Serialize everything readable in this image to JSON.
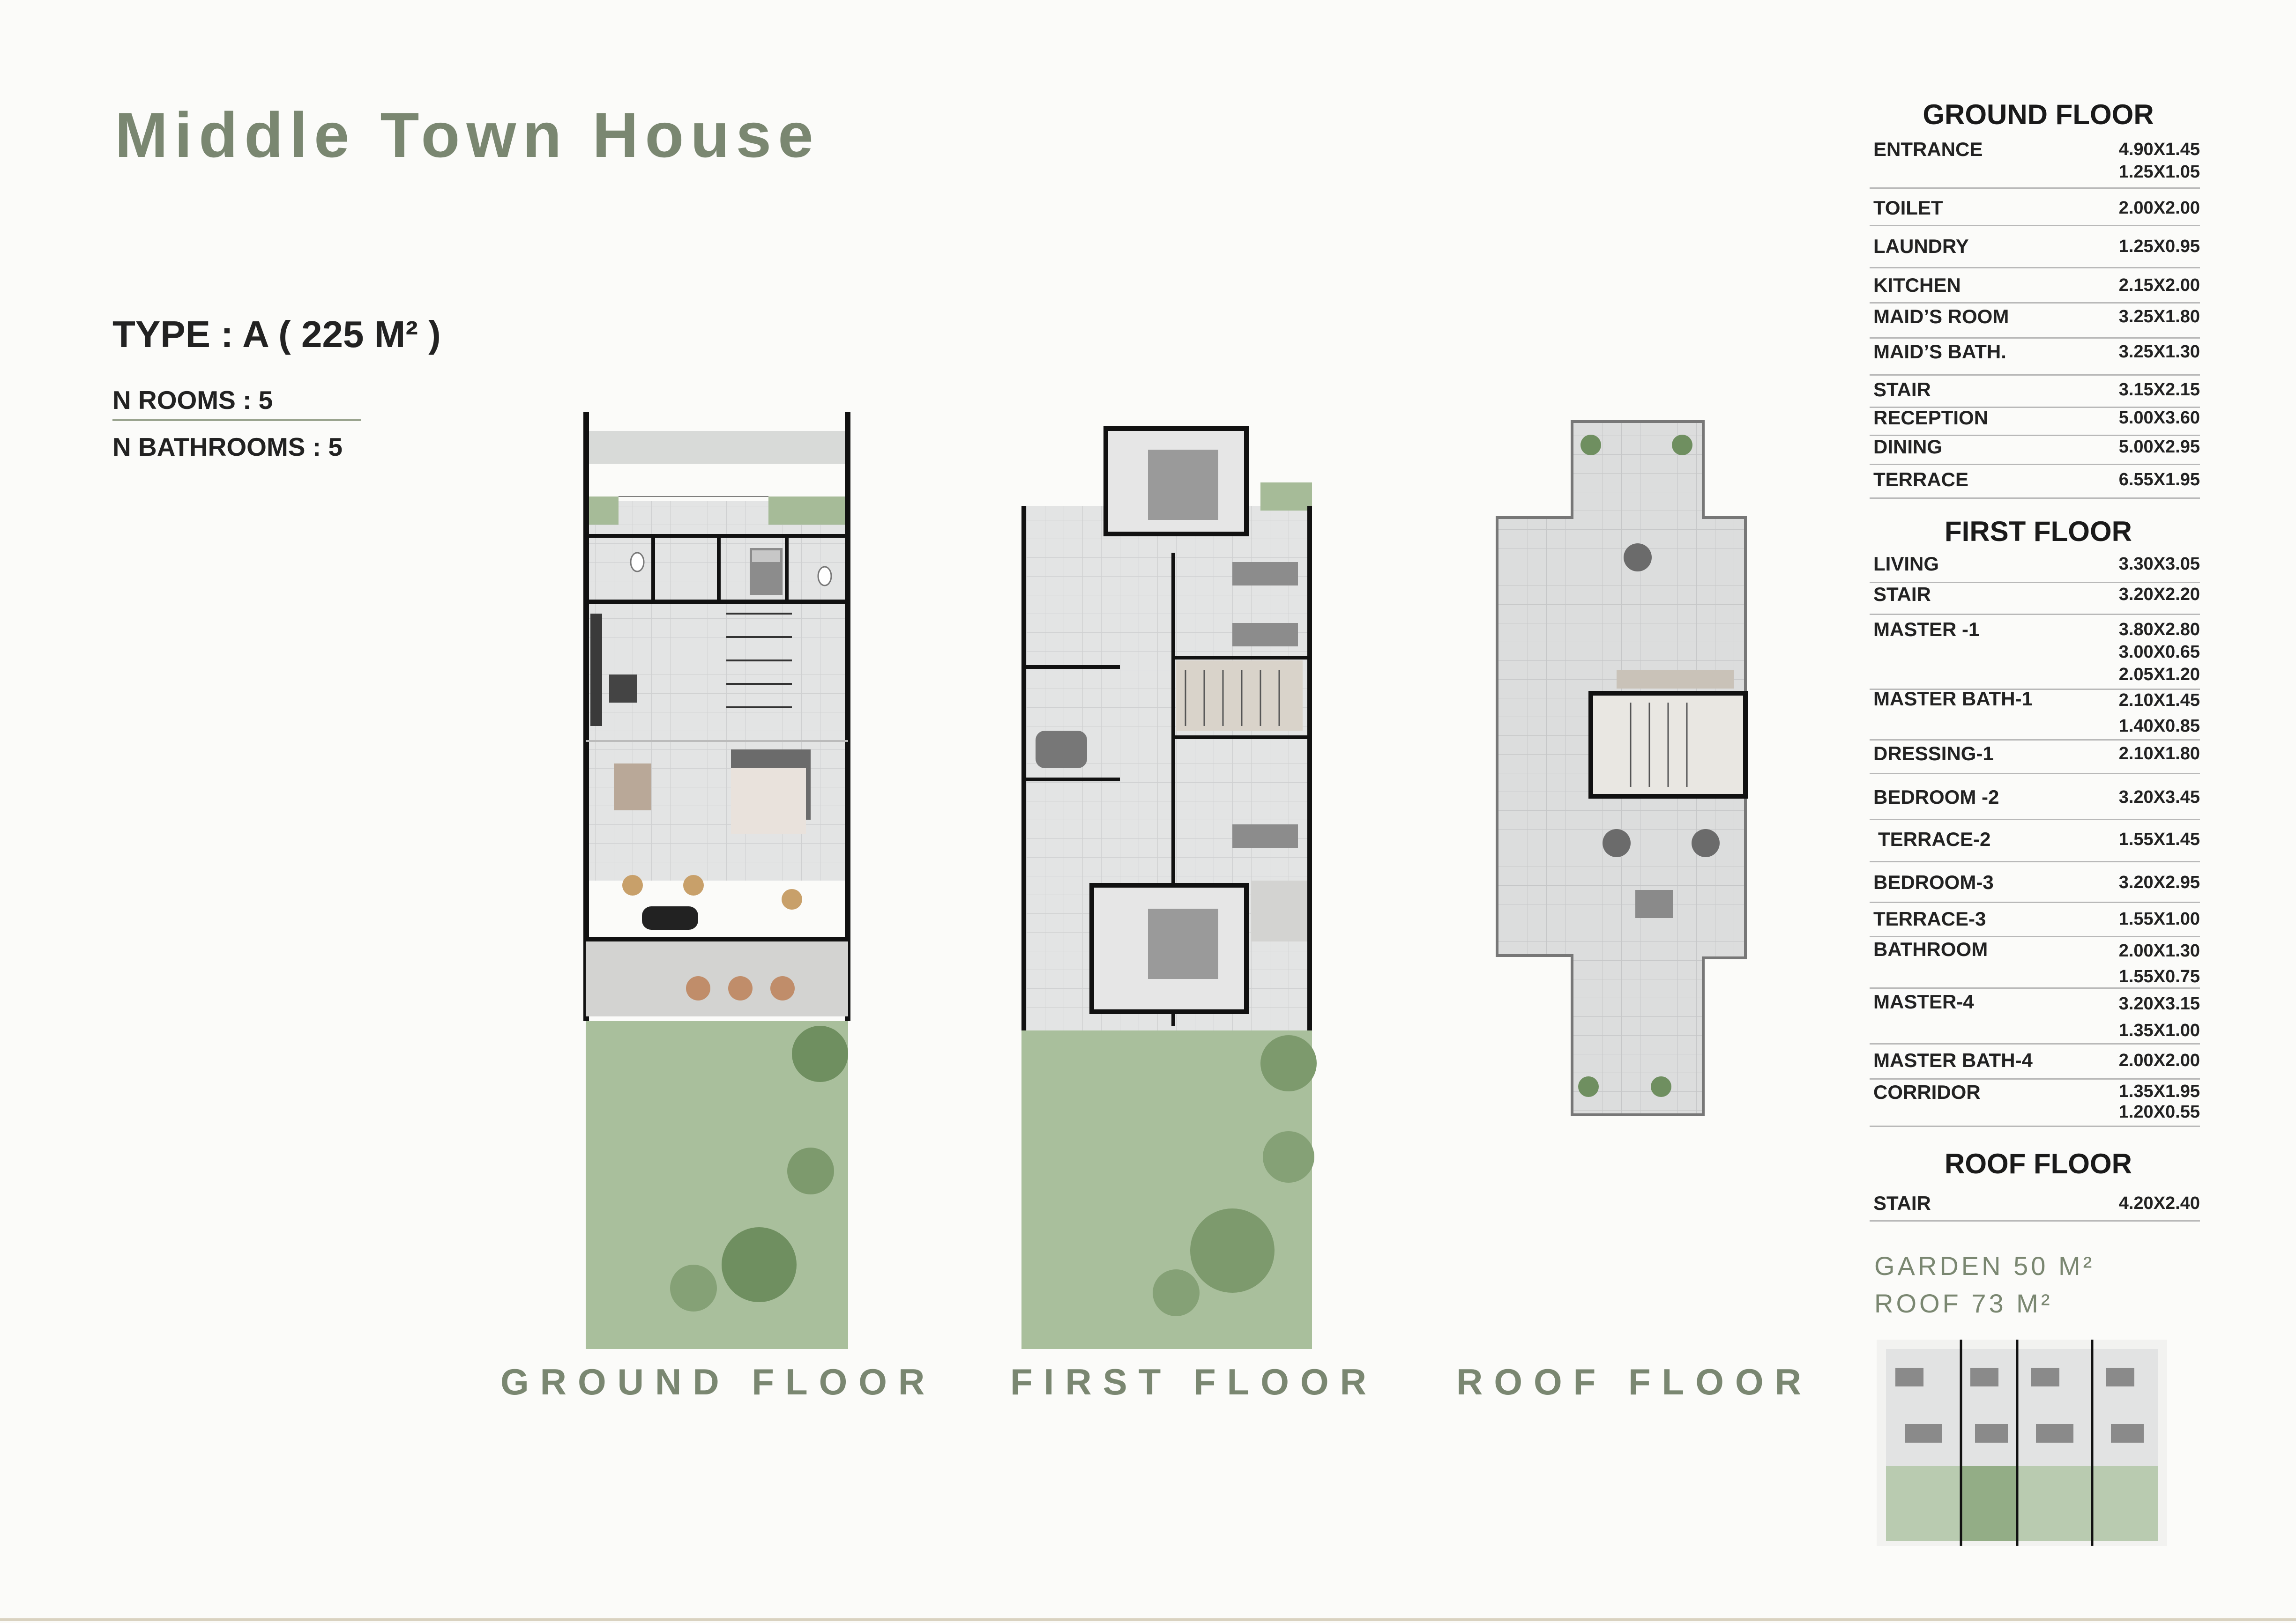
{
  "title": "Middle Town House",
  "type_label": "TYPE : A ( 225 M² )",
  "rooms_label": "N ROOMS : 5",
  "bathrooms_label": "N BATHROOMS : 5",
  "floor_labels": {
    "ground": "GROUND FLOOR",
    "first": "FIRST FLOOR",
    "roof": "ROOF FLOOR"
  },
  "schedule": {
    "ground": {
      "title": "GROUND FLOOR",
      "rows": [
        {
          "name": "ENTRANCE",
          "dims": [
            "4.90X1.45",
            "1.25X1.05"
          ]
        },
        {
          "name": "TOILET",
          "dims": [
            "2.00X2.00"
          ]
        },
        {
          "name": "LAUNDRY",
          "dims": [
            "1.25X0.95"
          ]
        },
        {
          "name": "KITCHEN",
          "dims": [
            "2.15X2.00"
          ]
        },
        {
          "name": "MAID’S ROOM",
          "dims": [
            "3.25X1.80"
          ]
        },
        {
          "name": "MAID’S BATH.",
          "dims": [
            "3.25X1.30"
          ]
        },
        {
          "name": "STAIR",
          "dims": [
            "3.15X2.15"
          ]
        },
        {
          "name": "RECEPTION",
          "dims": [
            "5.00X3.60"
          ]
        },
        {
          "name": "DINING",
          "dims": [
            "5.00X2.95"
          ]
        },
        {
          "name": "TERRACE",
          "dims": [
            "6.55X1.95"
          ]
        }
      ]
    },
    "first": {
      "title": "FIRST FLOOR",
      "rows": [
        {
          "name": "LIVING",
          "dims": [
            "3.30X3.05"
          ]
        },
        {
          "name": "STAIR",
          "dims": [
            "3.20X2.20"
          ]
        },
        {
          "name": "MASTER -1",
          "dims": [
            "3.80X2.80",
            "3.00X0.65",
            "2.05X1.20"
          ]
        },
        {
          "name": "MASTER BATH-1",
          "dims": [
            "2.10X1.45",
            "1.40X0.85"
          ]
        },
        {
          "name": "DRESSING-1",
          "dims": [
            "2.10X1.80"
          ]
        },
        {
          "name": "BEDROOM -2",
          "dims": [
            "3.20X3.45"
          ]
        },
        {
          "name": "TERRACE-2",
          "dims": [
            "1.55X1.45"
          ]
        },
        {
          "name": "BEDROOM-3",
          "dims": [
            "3.20X2.95"
          ]
        },
        {
          "name": "TERRACE-3",
          "dims": [
            "1.55X1.00"
          ]
        },
        {
          "name": "BATHROOM",
          "dims": [
            "2.00X1.30",
            "1.55X0.75"
          ]
        },
        {
          "name": "MASTER-4",
          "dims": [
            "3.20X3.15",
            "1.35X1.00"
          ]
        },
        {
          "name": "MASTER BATH-4",
          "dims": [
            "2.00X2.00"
          ]
        },
        {
          "name": "CORRIDOR",
          "dims": [
            "1.35X1.95",
            "1.20X0.55"
          ]
        }
      ]
    },
    "roof": {
      "title": "ROOF FLOOR",
      "rows": [
        {
          "name": "STAIR",
          "dims": [
            "4.20X2.40"
          ]
        }
      ]
    }
  },
  "garden_area": "GARDEN 50 M²",
  "roof_area": "ROOF 73 M²",
  "colors": {
    "accent": "#7a8771",
    "garden": "#a9bf9c",
    "floor_tile": "#d9dbdc",
    "wall": "#111111"
  }
}
